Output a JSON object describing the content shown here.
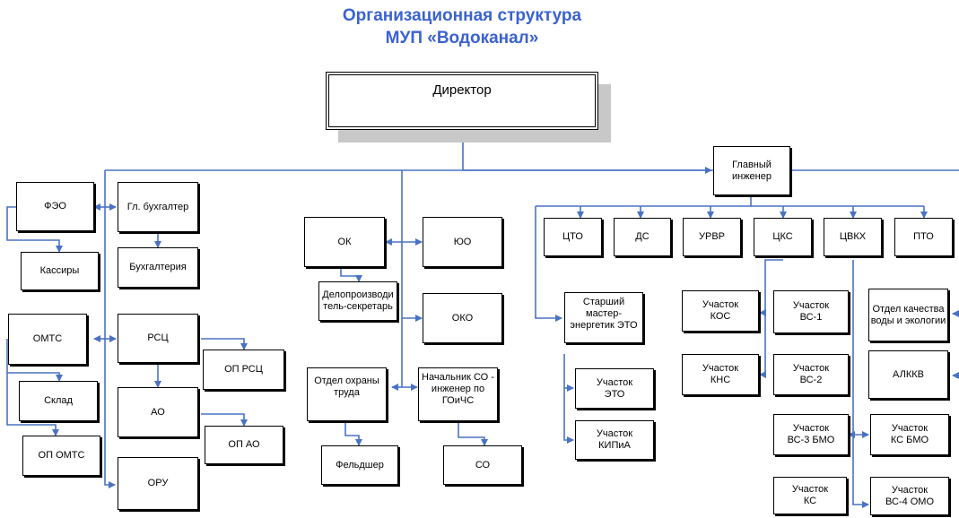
{
  "title": {
    "line1": "Организационная структура",
    "line2": "МУП «Водоканал»"
  },
  "nodes": {
    "director": "Директор",
    "chief_engineer": "Главный\nинженер",
    "feo": "ФЭО",
    "kassiry": "Кассиры",
    "gl_buh": "Гл. бухгалтер",
    "buhgalteriya": "Бухгалтерия",
    "omts": "ОМТС",
    "sklad": "Склад",
    "op_omts": "ОП ОМТС",
    "rsc": "РСЦ",
    "op_rsc": "ОП РСЦ",
    "ao": "АО",
    "op_ao": "ОП АО",
    "oru": "ОРУ",
    "ok": "ОК",
    "yuo": "ЮО",
    "deloproizv": "Делопроизводи\nтель-секретарь",
    "oko": "ОКО",
    "otdel_ohrany": "Отдел охраны\nтруда",
    "nach_so": "Начальник СО -\nинженер по\nГОиЧС",
    "feldsher": "Фельдшер",
    "so": "СО",
    "cto": "ЦТО",
    "ds": "ДС",
    "urvr": "УРВР",
    "cks": "ЦКС",
    "cvkh": "ЦВКХ",
    "pto": "ПТО",
    "starshiy_master": "Старший\nмастер-\nэнергетик ЭТО",
    "uch_eto": "Участок\nЭТО",
    "uch_kipia": "Участок\nКИПиА",
    "uch_kos": "Участок\nКОС",
    "uch_kns": "Участок\nКНС",
    "uch_vs1": "Участок\nВС-1",
    "uch_vs2": "Участок\nВС-2",
    "otdel_kach": "Отдел качества\nводы и экологии",
    "alkkv": "АЛККВ",
    "uch_vs3": "Участок\nВС-3 БМО",
    "uch_ks_bmo": "Участок\nКС БМО",
    "uch_ks": "Участок\nКС",
    "uch_vs4": "Участок\nВС-4 ОМО"
  },
  "colors": {
    "title": "#3a62d0",
    "connector": "#4a72c4",
    "box_border": "#000000",
    "director_shadow": "#c8c8c8"
  }
}
